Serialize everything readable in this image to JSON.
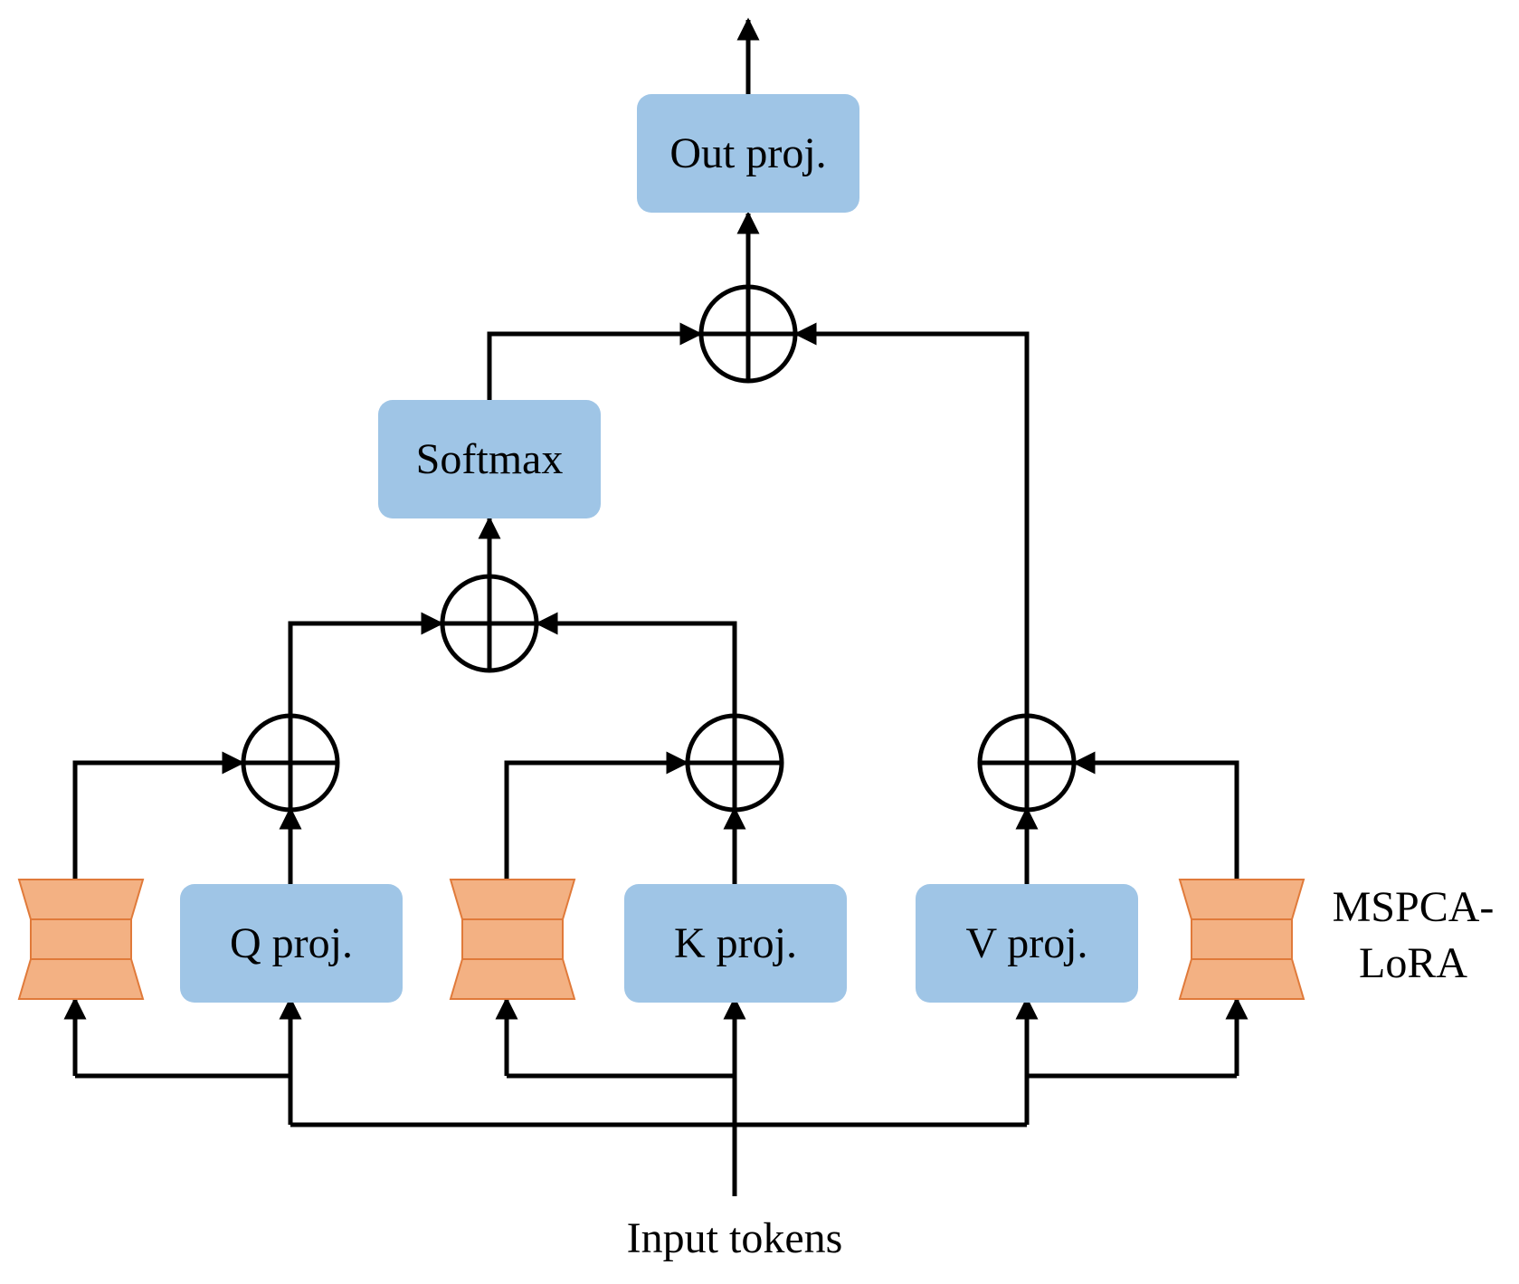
{
  "nodes": {
    "out_proj": "Out proj.",
    "softmax": "Softmax",
    "q_proj": "Q proj.",
    "k_proj": "K proj.",
    "v_proj": "V proj."
  },
  "labels": {
    "input": "Input tokens",
    "adapter_line1": "MSPCA-",
    "adapter_line2": "LoRA"
  },
  "colors": {
    "projection_fill": "#9fc5e6",
    "adapter_fill": "#f3b183",
    "adapter_stroke": "#e07a3a",
    "line": "#000000"
  }
}
